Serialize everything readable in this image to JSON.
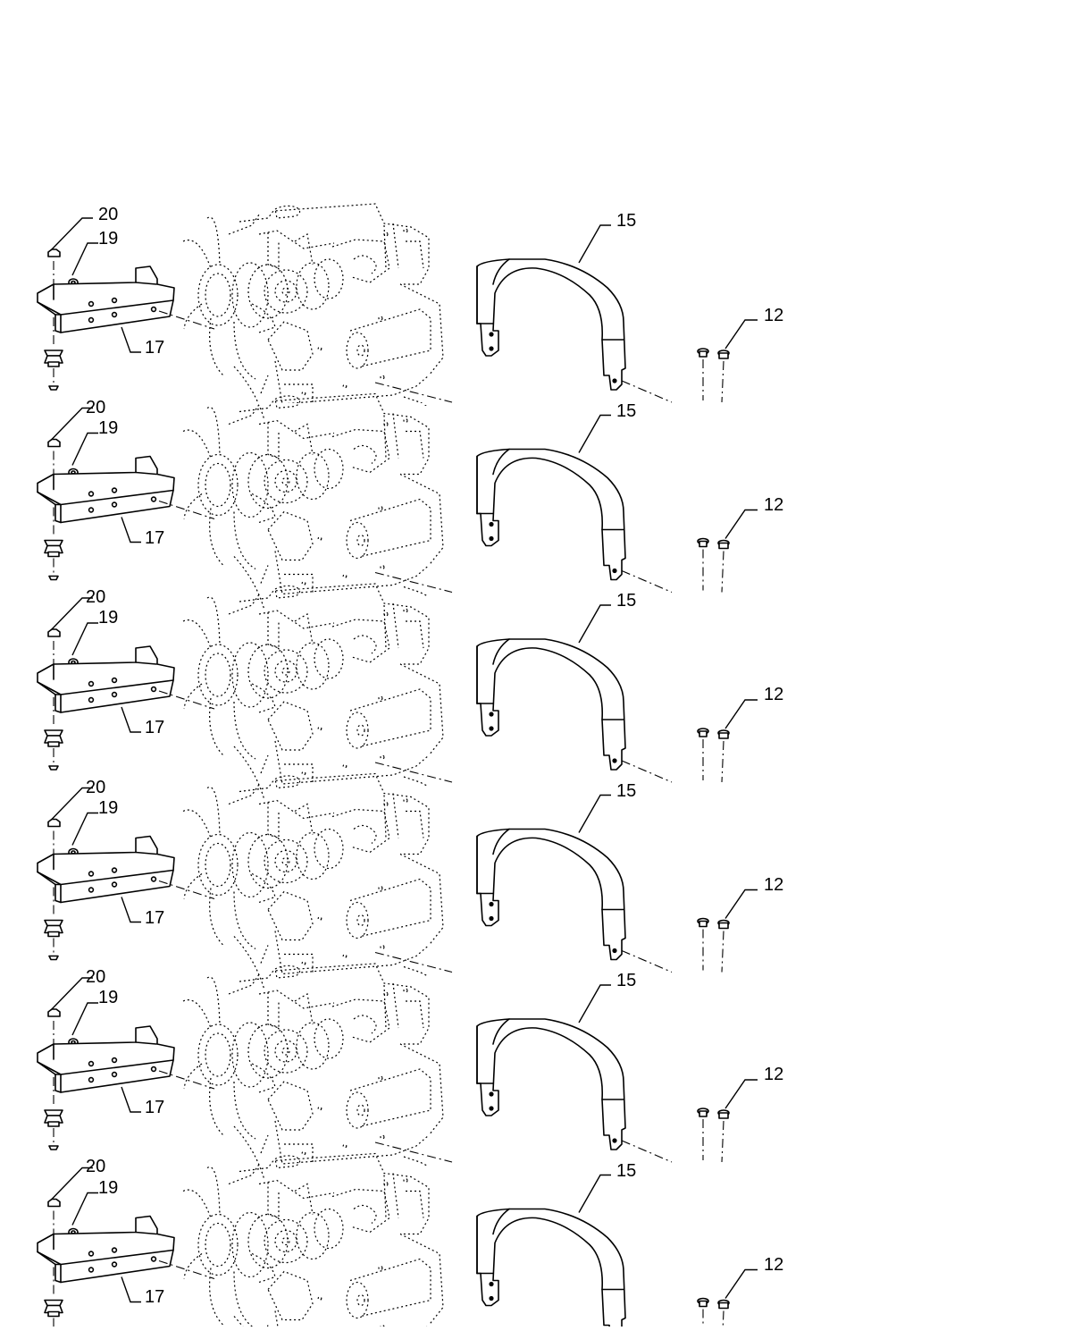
{
  "diagram": {
    "panels": 6,
    "callouts": {
      "nut": "20",
      "washer": "19",
      "mount_bracket": "17",
      "engine_strap": "15",
      "fastener": "12"
    }
  }
}
